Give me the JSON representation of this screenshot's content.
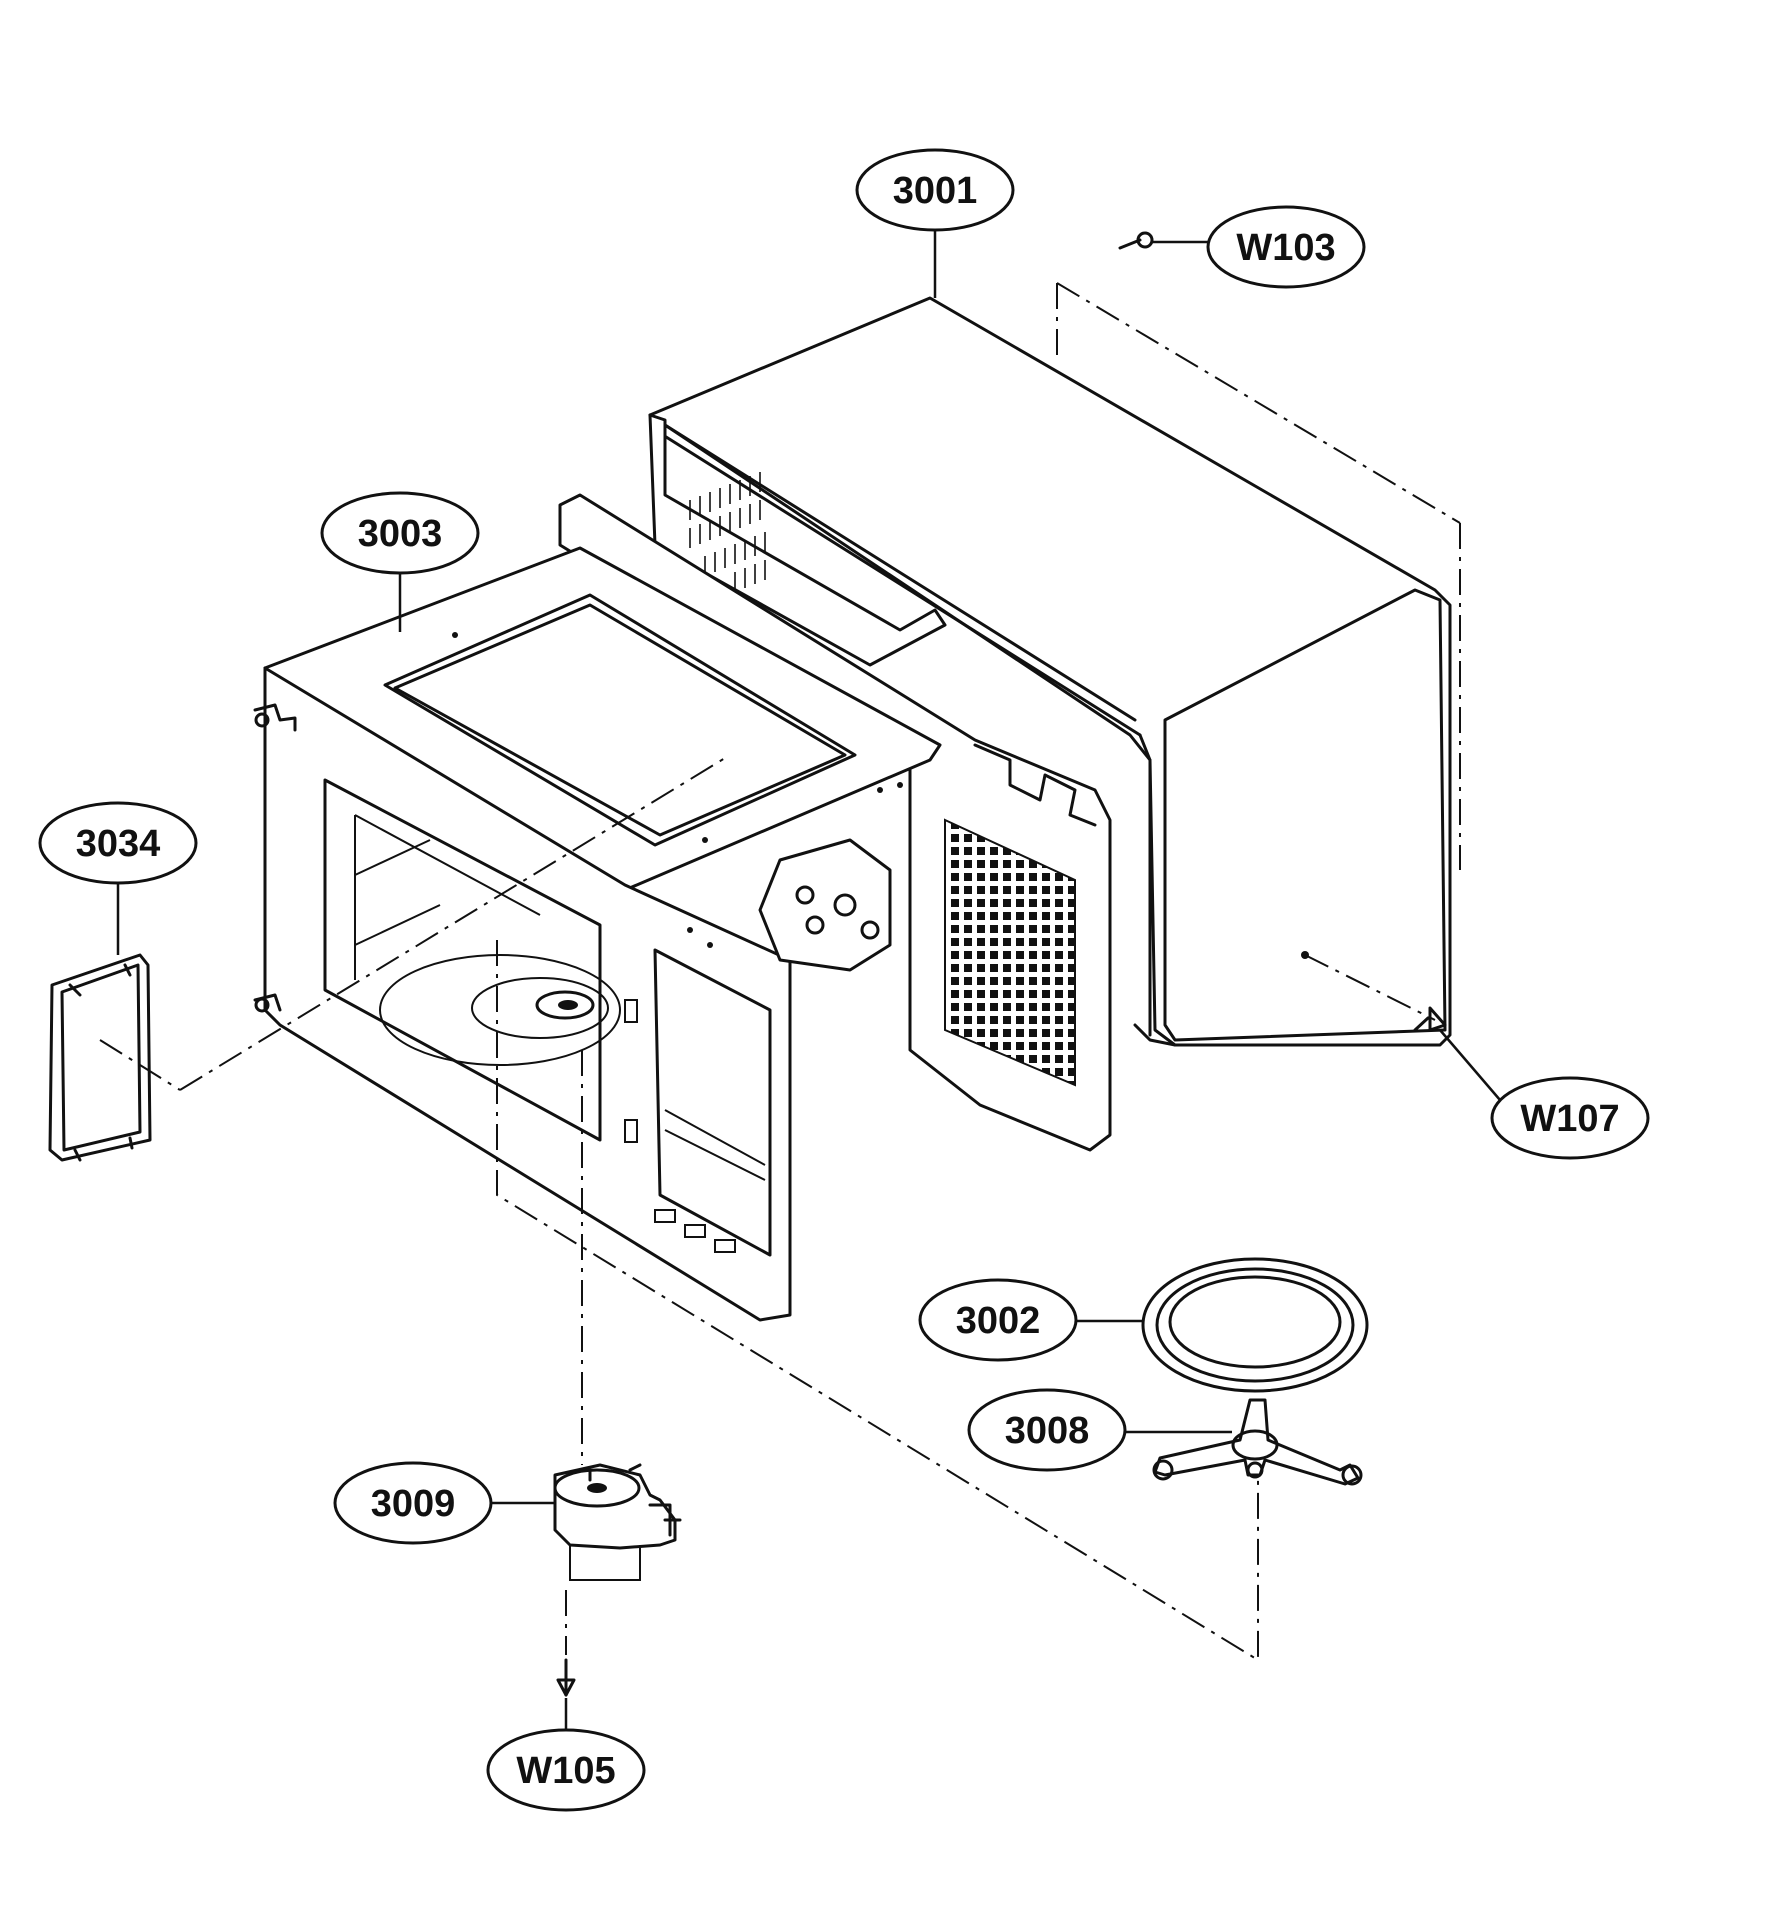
{
  "callouts": {
    "p3001": "3001",
    "w103": "W103",
    "p3003": "3003",
    "p3034": "3034",
    "w107": "W107",
    "p3002": "3002",
    "p3008": "3008",
    "p3009": "3009",
    "w105": "W105"
  }
}
